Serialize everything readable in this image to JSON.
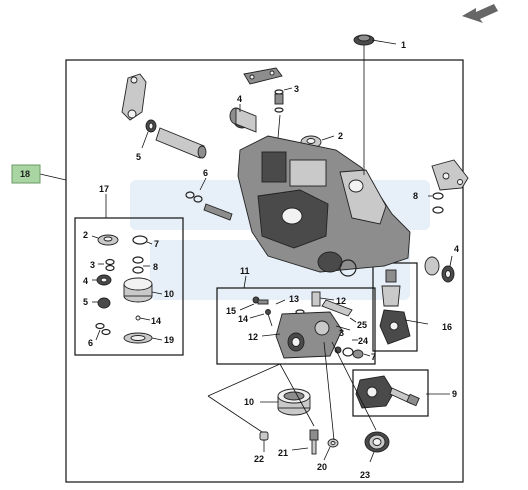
{
  "diagram": {
    "callouts": {
      "c1": "1",
      "c2a": "2",
      "c3a": "3",
      "c4a": "4",
      "c5a": "5",
      "c6a": "6",
      "c8a": "8",
      "c4b": "4",
      "c16": "16",
      "c17": "17",
      "c18": "18",
      "k2": "2",
      "k7": "7",
      "k3": "3",
      "k8": "8",
      "k4": "4",
      "k10": "10",
      "k5": "5",
      "k14": "14",
      "k6": "6",
      "k19": "19",
      "c11": "11",
      "c13": "13",
      "c12a": "12",
      "c15": "15",
      "c14b": "14",
      "c12b": "12",
      "c25": "25",
      "c3b": "3",
      "c24": "24",
      "c7b": "7",
      "c9": "9",
      "c10b": "10",
      "c22": "22",
      "c21": "21",
      "c20": "20",
      "c23": "23"
    },
    "colors": {
      "badge_fill": "#a8d5a2",
      "badge_border": "#6a9a66",
      "line": "#111111"
    },
    "icons": {
      "nav": "back-arrow-icon"
    }
  }
}
